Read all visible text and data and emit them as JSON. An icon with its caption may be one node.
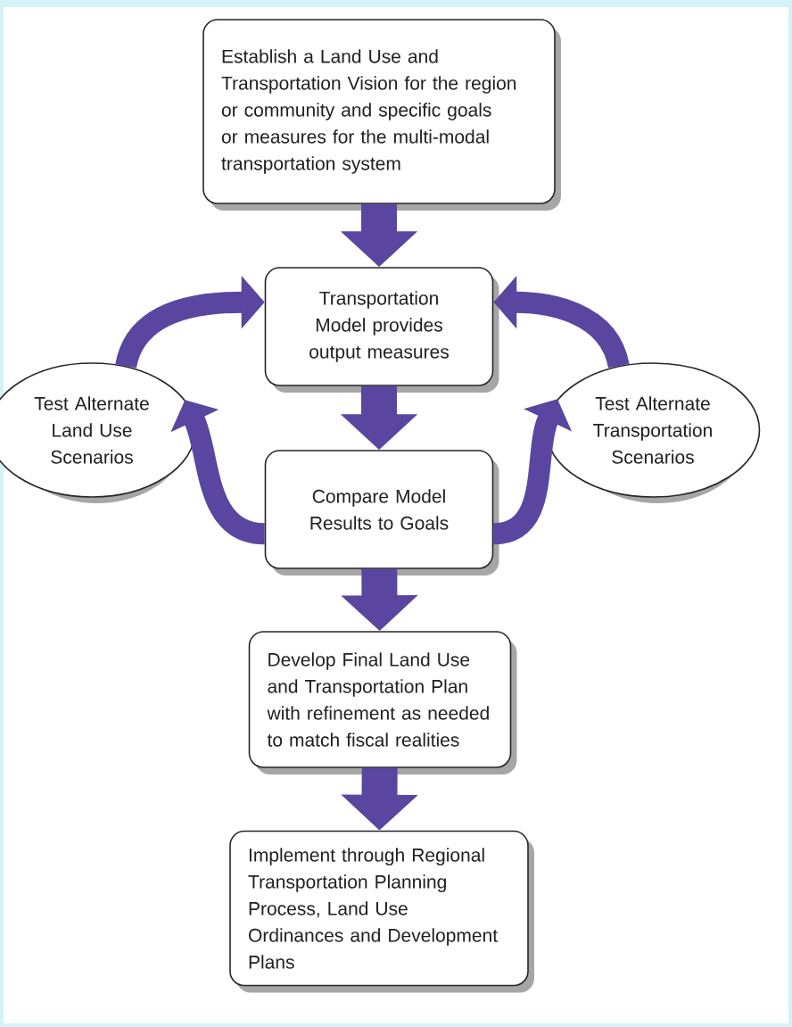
{
  "diagram": {
    "nodes": [
      {
        "text": [
          "Establish a Land Use and Transportation Vision for the region or community and specific goals or measures for the multi-modal transportation system"
        ]
      },
      {
        "text": [
          "Transportation Model provides output measures"
        ]
      },
      {
        "text": [
          "Test Alternate Land Use Scenarios"
        ]
      },
      {
        "text": [
          "Test Alternate Transportation Scenarios"
        ]
      },
      {
        "text": [
          "Compare Model Results to Goals"
        ]
      },
      {
        "text": [
          "Develop Final Land Use and Transportation Plan with refinement as needed to match fiscal realities"
        ]
      },
      {
        "text": [
          "Implement through Regional Transportation Planning Process, Land Use Ordinances and Development Plans"
        ]
      }
    ],
    "edges": [
      {
        "from": 0,
        "to": 1,
        "arrow": "to"
      },
      {
        "from": 2,
        "to": 1,
        "arrow": "to"
      },
      {
        "from": 3,
        "to": 1,
        "arrow": "to"
      },
      {
        "from": 1,
        "to": 4,
        "arrow": "to"
      },
      {
        "from": 4,
        "to": 2,
        "arrow": "to"
      },
      {
        "from": 4,
        "to": 3,
        "arrow": "to"
      },
      {
        "from": 4,
        "to": 5,
        "arrow": "to"
      },
      {
        "from": 5,
        "to": 6,
        "arrow": "to"
      }
    ]
  }
}
